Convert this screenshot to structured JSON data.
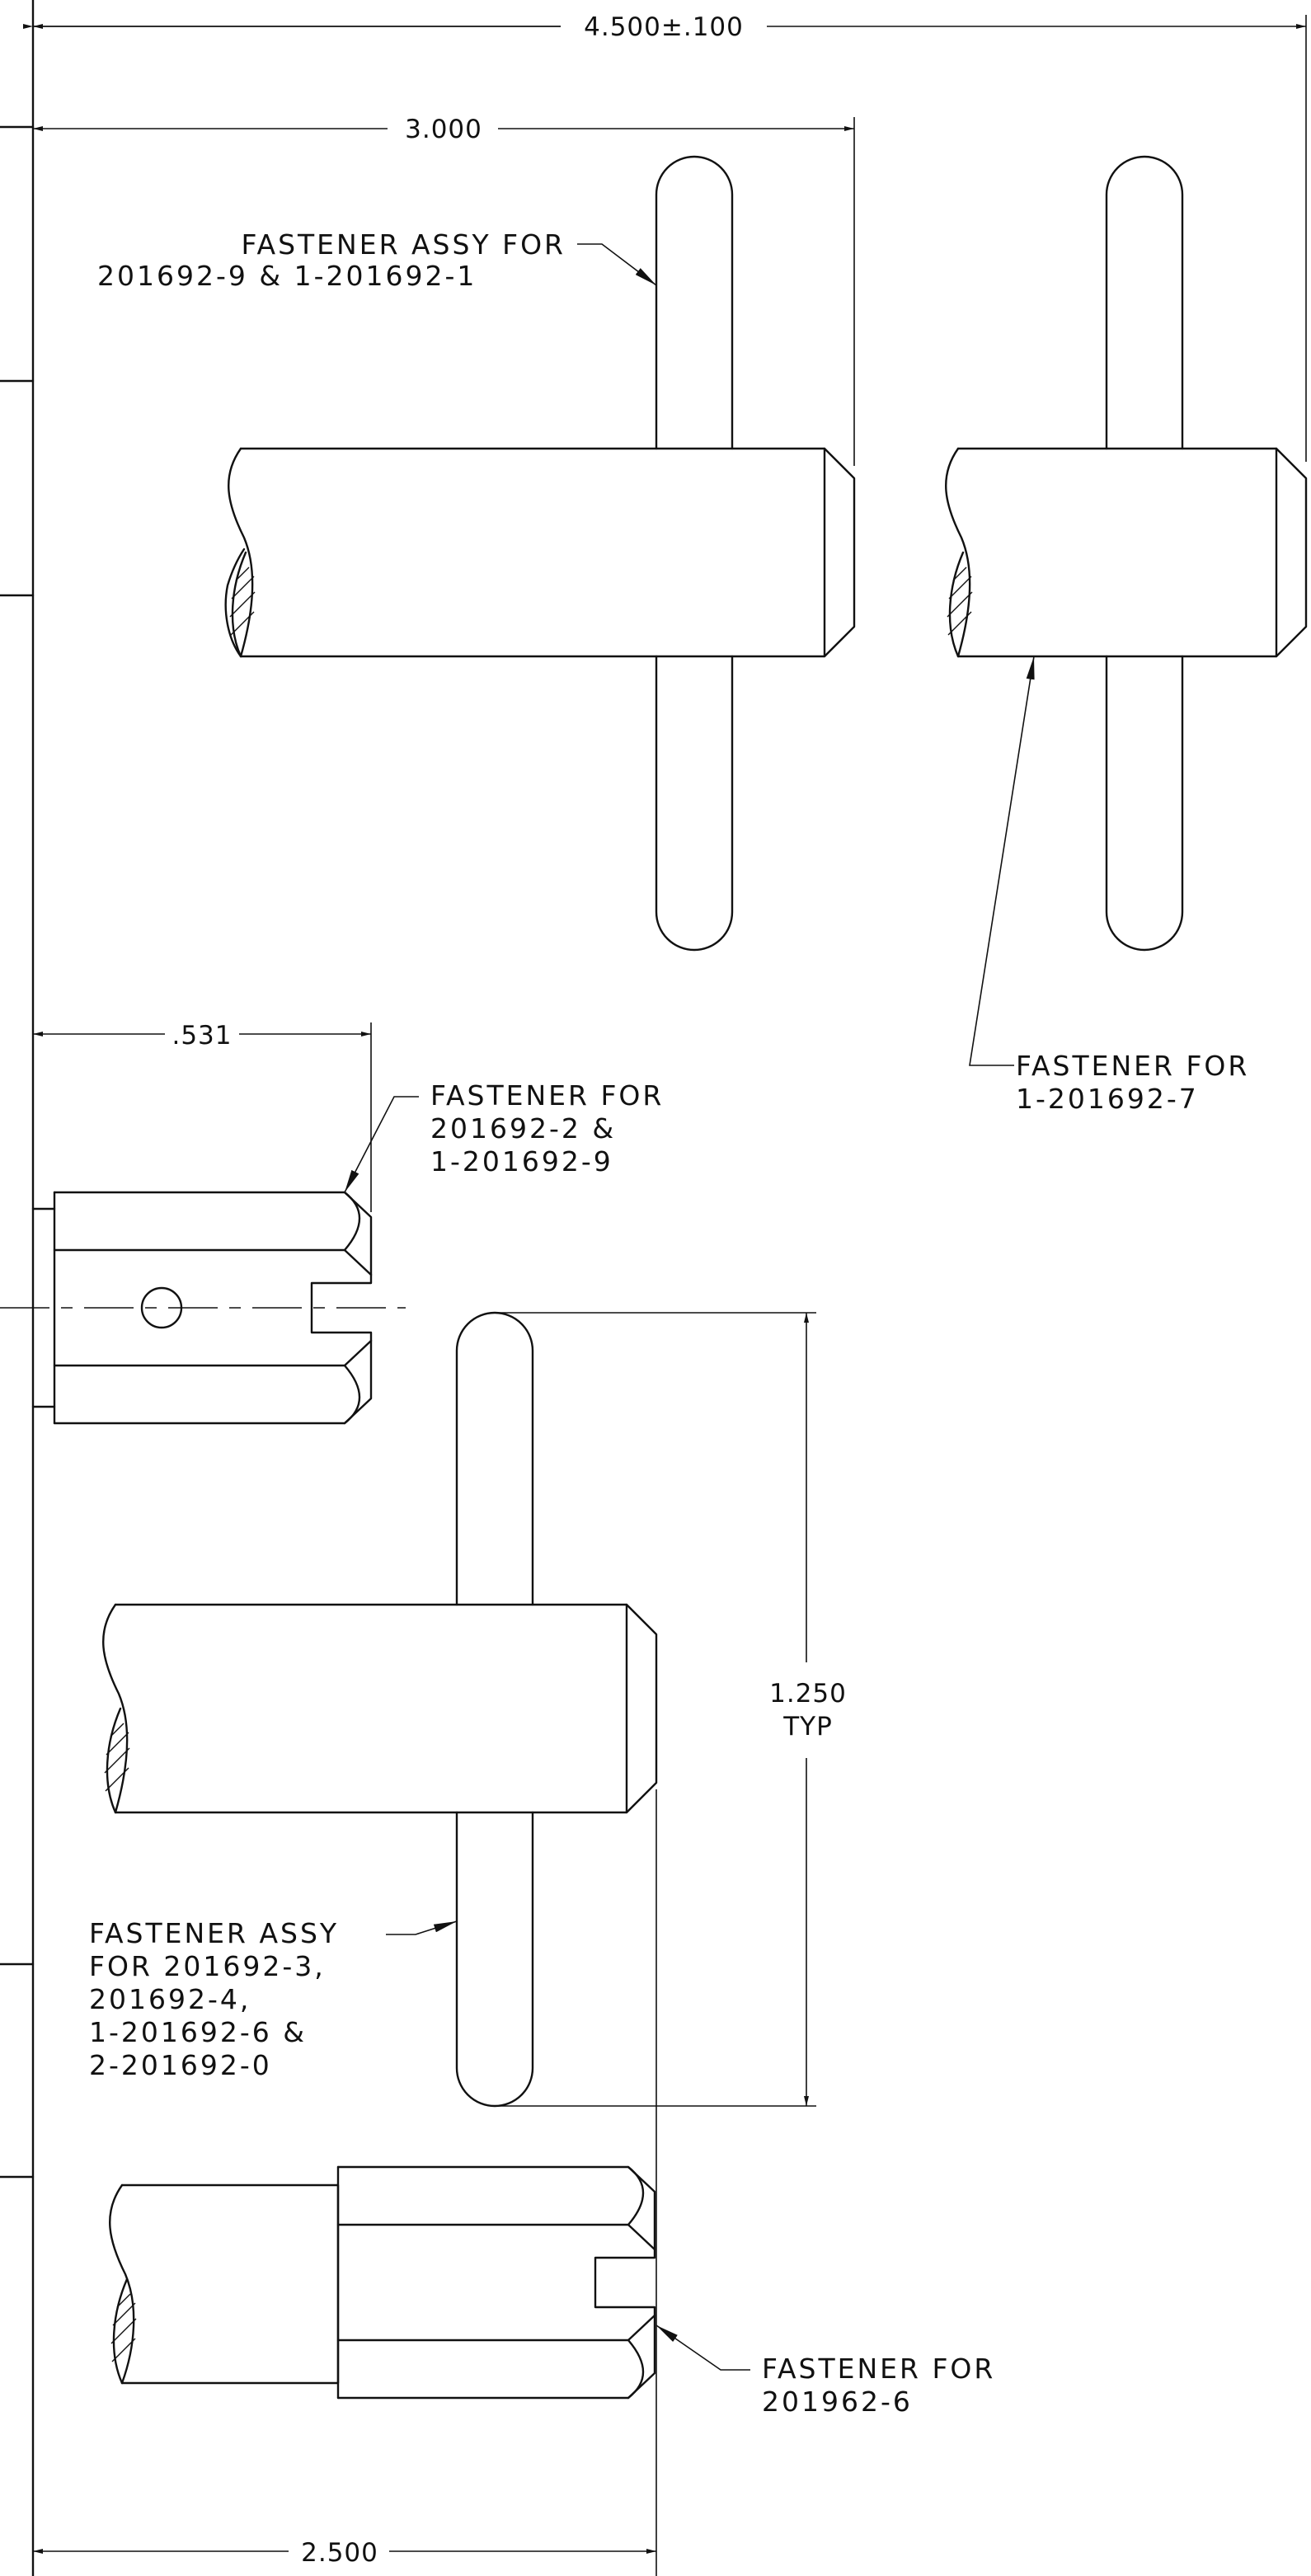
{
  "drawing": {
    "dimensions": {
      "overall": "4.500±.100",
      "upper_spacing": "3.000",
      "slot_depth": ".531",
      "pin_length": "1.250",
      "pin_length_note": "TYP",
      "lower_spacing": "2.500"
    },
    "notes": {
      "n1": {
        "line1": "FASTENER ASSY FOR",
        "line2": "201692-9 & 1-201692-1"
      },
      "n2": {
        "line1": "FASTENER FOR",
        "line2": "1-201692-7"
      },
      "n3": {
        "line1": "FASTENER FOR",
        "line2": "201692-2 &",
        "line3": "1-201692-9"
      },
      "n4": {
        "line1": "FASTENER ASSY",
        "line2": "FOR 201692-3,",
        "line3": "201692-4,",
        "line4": "1-201692-6 &",
        "line5": "2-201692-0"
      },
      "n5": {
        "line1": "FASTENER FOR",
        "line2": "201962-6"
      }
    }
  }
}
